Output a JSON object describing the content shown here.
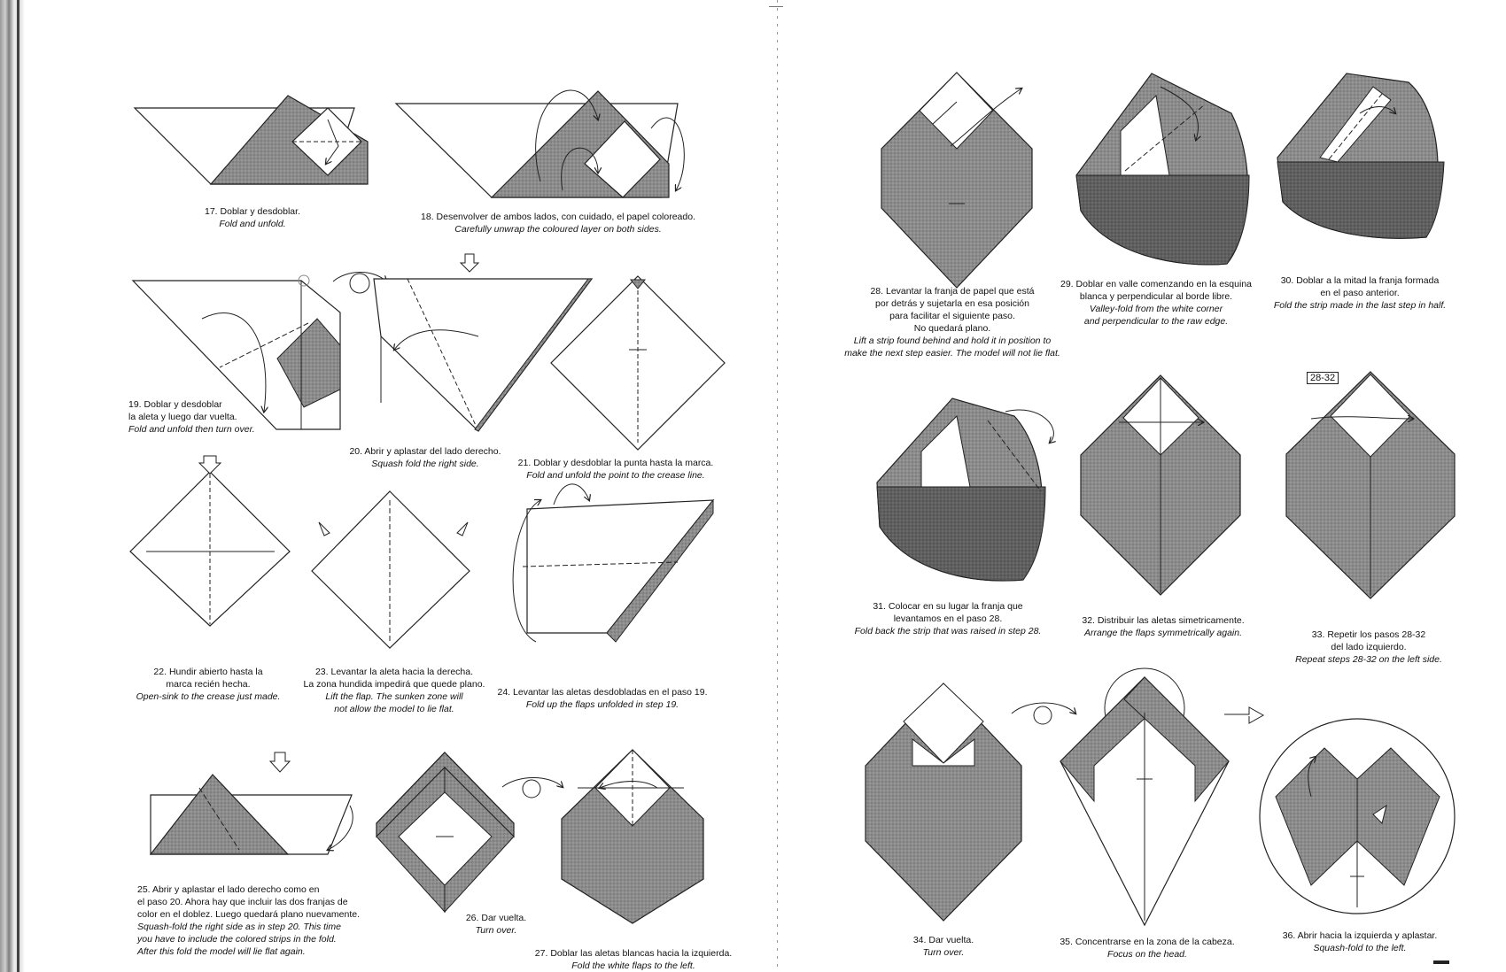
{
  "steps": {
    "s17": {
      "number": "17.",
      "es": "Doblar y desdoblar.",
      "en": "Fold and unfold."
    },
    "s18": {
      "number": "18.",
      "es": "Desenvolver de ambos lados, con cuidado, el papel coloreado.",
      "en": "Carefully unwrap the coloured layer on both sides."
    },
    "s19": {
      "number": "19.",
      "es_lines": [
        "Doblar y desdoblar",
        "la aleta y luego dar vuelta."
      ],
      "en": "Fold and unfold then turn over."
    },
    "s20": {
      "number": "20.",
      "es": "Abrir y aplastar del lado derecho.",
      "en": "Squash fold the right side."
    },
    "s21": {
      "number": "21.",
      "es": "Doblar y desdoblar la punta hasta la marca.",
      "en": "Fold and unfold the point to the crease line."
    },
    "s22": {
      "number": "22.",
      "es_lines": [
        "Hundir abierto hasta la",
        "marca recién hecha."
      ],
      "en": "Open-sink to the crease just made."
    },
    "s23": {
      "number": "23.",
      "es_lines": [
        "Levantar la aleta hacia la derecha.",
        "La zona hundida impedirá que quede plano."
      ],
      "en_lines": [
        "Lift the flap. The sunken zone will",
        "not allow the model to lie flat."
      ]
    },
    "s24": {
      "number": "24.",
      "es": "Levantar las aletas desdobladas en el paso 19.",
      "en": "Fold up the flaps unfolded in step 19."
    },
    "s25": {
      "number": "25.",
      "es_lines": [
        "Abrir y aplastar el lado derecho como en",
        "el paso 20. Ahora hay que incluir las dos franjas de",
        "color en el doblez. Luego quedará plano nuevamente."
      ],
      "en_lines": [
        "Squash-fold the right side as in step 20. This time",
        "you have to include the colored strips in the fold.",
        "After this fold the model will lie flat again."
      ]
    },
    "s26": {
      "number": "26.",
      "es": "Dar vuelta.",
      "en": "Turn over."
    },
    "s27": {
      "number": "27.",
      "es": "Doblar las aletas blancas hacia la izquierda.",
      "en": "Fold the white flaps to the left."
    },
    "s28": {
      "number": "28.",
      "es_lines": [
        "Levantar la franja de papel que está",
        "por detrás y sujetarla en esa posición",
        "para facilitar el siguiente paso.",
        "No quedará plano."
      ],
      "en_lines": [
        "Lift a strip found behind and hold  it in position to",
        "make the next step easier. The model will not lie flat."
      ]
    },
    "s29": {
      "number": "29.",
      "es_lines": [
        "Doblar en valle comenzando en la esquina",
        "blanca y perpendicular al borde libre."
      ],
      "en_lines": [
        "Valley-fold from the white corner",
        "and perpendicular to the raw edge."
      ]
    },
    "s30": {
      "number": "30.",
      "es_lines": [
        "Doblar a la mitad la franja formada",
        "en el paso anterior."
      ],
      "en": "Fold the strip made in the last step in half."
    },
    "s31": {
      "number": "31.",
      "es_lines": [
        "Colocar en su lugar la franja que",
        "levantamos en el paso 28."
      ],
      "en": "Fold back the strip that was raised in step 28."
    },
    "s32": {
      "number": "32.",
      "es": "Distribuir las aletas simetricamente.",
      "en": "Arrange the flaps symmetrically again."
    },
    "s33": {
      "number": "33.",
      "es_lines": [
        "Repetir los pasos 28-32",
        "del lado izquierdo."
      ],
      "en": "Repeat steps 28-32 on the left side.",
      "badge": "28-32"
    },
    "s34": {
      "number": "34.",
      "es": "Dar vuelta.",
      "en": "Turn over."
    },
    "s35": {
      "number": "35.",
      "es": "Concentrarse en la zona de la cabeza.",
      "en": "Focus on the head."
    },
    "s36": {
      "number": "36.",
      "es": "Abrir hacia la izquierda  y aplastar.",
      "en": "Squash-fold to the left."
    }
  },
  "colors": {
    "colored_paper": "#8c8c8c",
    "colored_dark": "#5a5a5a",
    "white_paper": "#ffffff",
    "line": "#222222"
  }
}
